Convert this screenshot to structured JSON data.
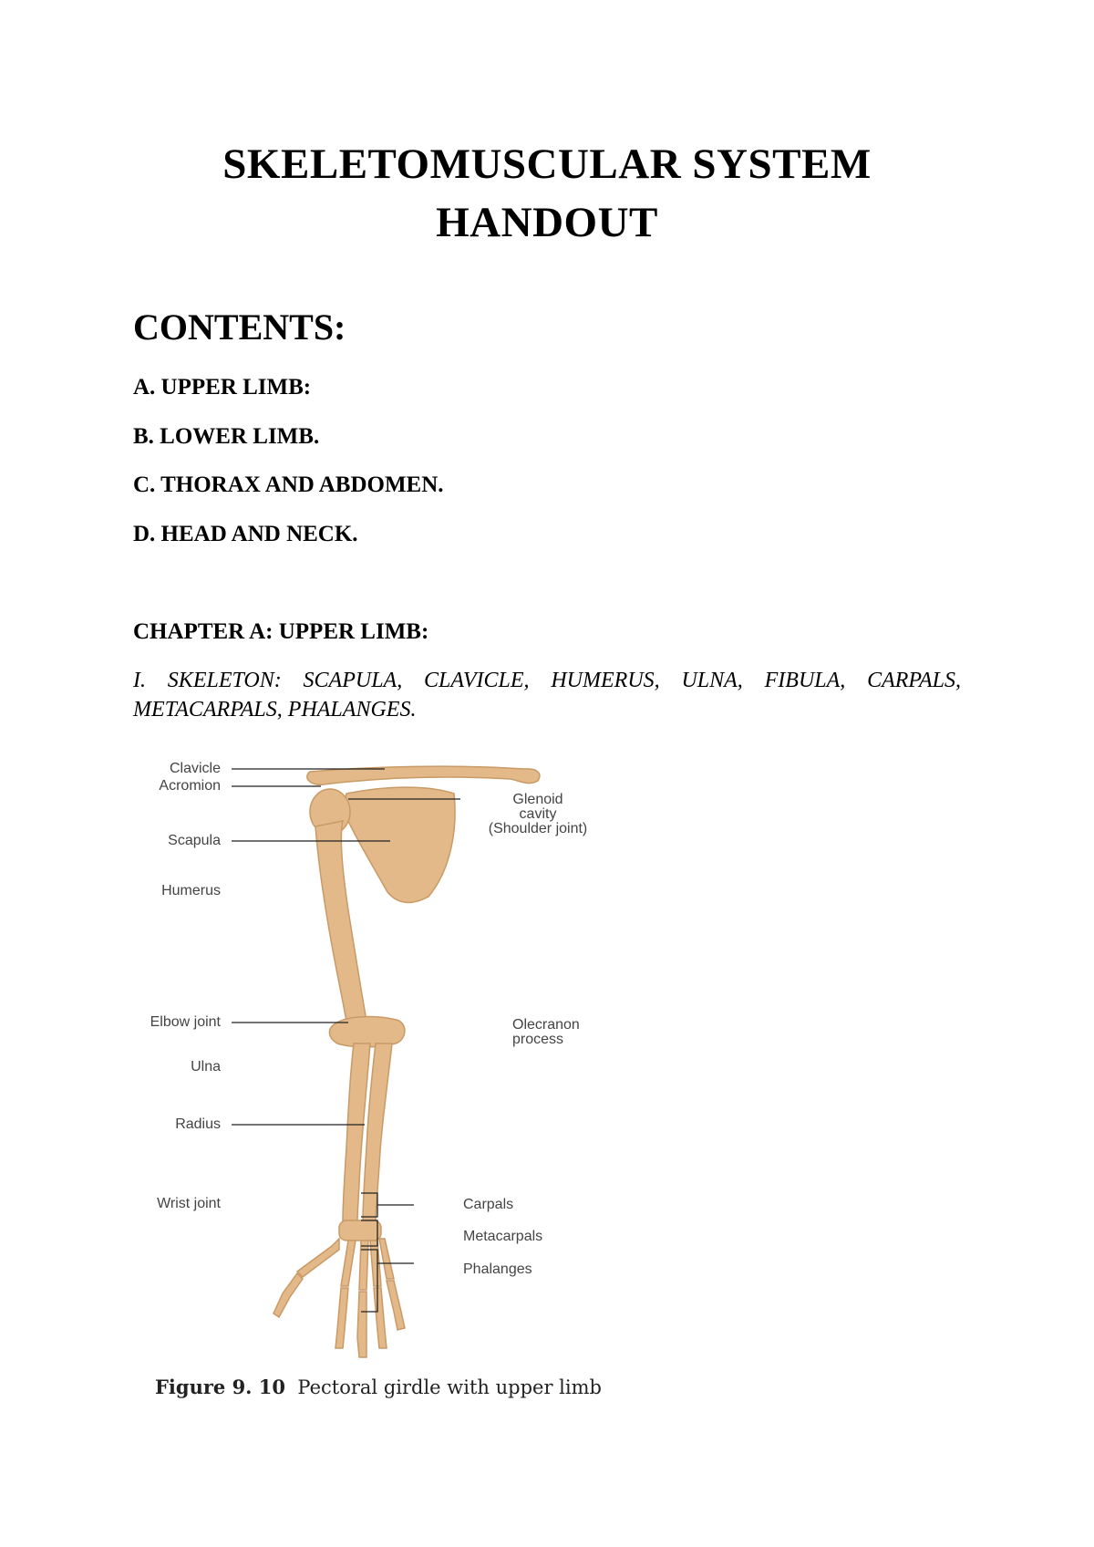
{
  "title_line1": "SKELETOMUSCULAR SYSTEM",
  "title_line2": "HANDOUT",
  "contents": {
    "heading": "CONTENTS:",
    "items": [
      "A. UPPER LIMB:",
      "B. LOWER LIMB.",
      "C. THORAX AND ABDOMEN.",
      "D. HEAD AND NECK."
    ]
  },
  "chapter_heading": "CHAPTER A: UPPER LIMB:",
  "skeleton_line": "I. SKELETON: SCAPULA, CLAVICLE, HUMERUS, ULNA, FIBULA, CARPALS, METACARPALS, PHALANGES.",
  "figure": {
    "labels": {
      "clavicle": "Clavicle",
      "acromion": "Acromion",
      "scapula": "Scapula",
      "humerus": "Humerus",
      "glenoid_1": "Glenoid",
      "glenoid_2": "cavity",
      "glenoid_3": "(Shoulder joint)",
      "elbow": "Elbow joint",
      "ulna": "Ulna",
      "radius": "Radius",
      "olecranon_1": "Olecranon",
      "olecranon_2": "process",
      "wrist": "Wrist joint",
      "carpals": "Carpals",
      "metacarpals": "Metacarpals",
      "phalanges": "Phalanges"
    },
    "caption_number": "Figure 9. 10",
    "caption_text": "Pectoral girdle with upper limb",
    "bone_color": "#E3B98A",
    "bone_shade": "#C99A66"
  }
}
